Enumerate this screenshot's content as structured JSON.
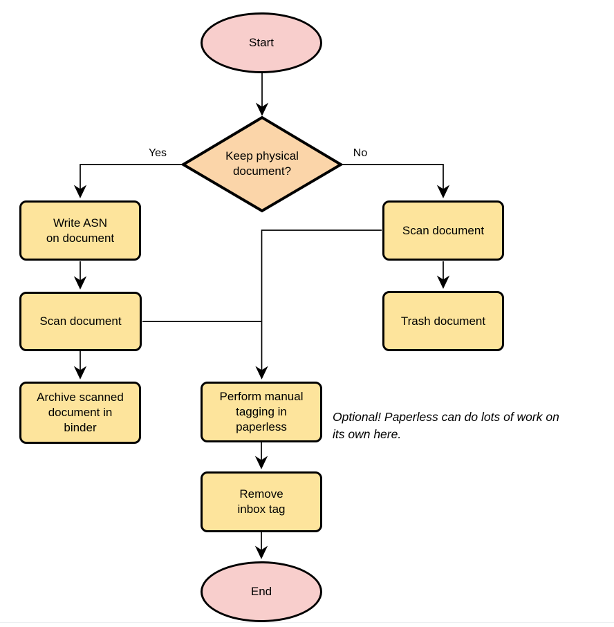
{
  "diagram_type": "flowchart",
  "nodes": {
    "start": {
      "label": "Start",
      "shape": "ellipse"
    },
    "keep_physical": {
      "label": "Keep physical\ndocument?",
      "shape": "diamond"
    },
    "write_asn": {
      "label": "Write ASN\non document",
      "shape": "rect"
    },
    "scan_document_left": {
      "label": "Scan document",
      "shape": "rect"
    },
    "archive_binder": {
      "label": "Archive scanned\ndocument in\nbinder",
      "shape": "rect"
    },
    "scan_document_right": {
      "label": "Scan document",
      "shape": "rect"
    },
    "trash_document": {
      "label": "Trash document",
      "shape": "rect"
    },
    "manual_tagging": {
      "label": "Perform manual\ntagging in\npaperless",
      "shape": "rect"
    },
    "remove_inbox_tag": {
      "label": "Remove\ninbox tag",
      "shape": "rect"
    },
    "end": {
      "label": "End",
      "shape": "ellipse"
    }
  },
  "edge_labels": {
    "yes": "Yes",
    "no": "No"
  },
  "annotation": {
    "text": "Optional! Paperless can do lots of work on\nits own here."
  },
  "colors": {
    "terminator_fill": "#f8cecc",
    "decision_fill": "#fbd5a9",
    "process_fill": "#fde49c",
    "stroke": "#000000",
    "text": "#000000"
  }
}
